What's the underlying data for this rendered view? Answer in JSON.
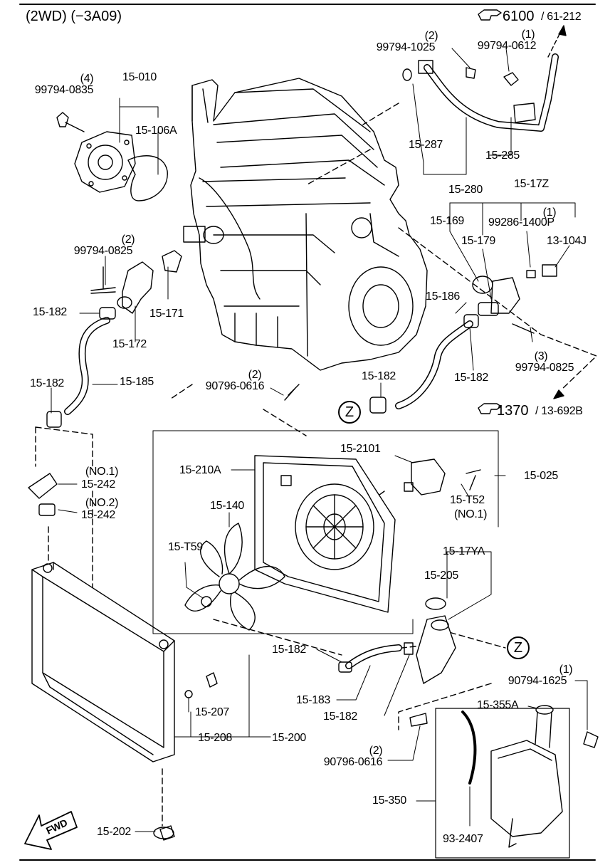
{
  "header": {
    "title": "(2WD) (−3A09)",
    "ref_top": {
      "main": "6100",
      "sub": "/ 61-212",
      "icon": "pointing-hand-icon"
    },
    "ref_mid": {
      "main": "1370",
      "sub": "/ 13-692B",
      "icon": "pointing-hand-icon"
    }
  },
  "labels": {
    "p99794_0835_qty": "(4)",
    "p99794_0835": "99794-0835",
    "p15_010": "15-010",
    "p15_106A": "15-106A",
    "p99794_1025_qty": "(2)",
    "p99794_1025": "99794-1025",
    "p99794_0612_qty": "(1)",
    "p99794_0612": "99794-0612",
    "p15_287": "15-287",
    "p15_285": "15-285",
    "p15_280": "15-280",
    "p15_17Z": "15-17Z",
    "p15_169": "15-169",
    "p99286_1400P_qty": "(1)",
    "p99286_1400P": "99286-1400P",
    "p15_179": "15-179",
    "p13_104J": "13-104J",
    "p99794_0825a_qty": "(2)",
    "p99794_0825a": "99794-0825",
    "p15_182a": "15-182",
    "p15_171": "15-171",
    "p15_172": "15-172",
    "p15_186": "15-186",
    "p15_182b": "15-182",
    "p99794_0825b_qty": "(3)",
    "p99794_0825b": "99794-0825",
    "p15_182c": "15-182",
    "p15_185": "15-185",
    "p90796_0616a_qty": "(2)",
    "p90796_0616a": "90796-0616",
    "p15_182d": "15-182",
    "z_top": "Z",
    "p15_2101": "15-2101",
    "p15_210A": "15-210A",
    "p15_025": "15-025",
    "p15_242a_qty": "(NO.1)",
    "p15_242a": "15-242",
    "p15_242b_qty": "(NO.2)",
    "p15_242b": "15-242",
    "p15_140": "15-140",
    "p15_T52": "15-T52",
    "p15_T52_qty": "(NO.1)",
    "p15_T59": "15-T59",
    "p15_17YA": "15-17YA",
    "p15_205": "15-205",
    "z_bottom": "Z",
    "p15_182e": "15-182",
    "p15_183": "15-183",
    "p15_182f": "15-182",
    "p90794_1625_qty": "(1)",
    "p90794_1625": "90794-1625",
    "p15_355A": "15-355A",
    "p15_207": "15-207",
    "p15_208": "15-208",
    "p15_200": "15-200",
    "p90796_0616b_qty": "(2)",
    "p90796_0616b": "90796-0616",
    "p15_350": "15-350",
    "p15_202": "15-202",
    "p93_2407": "93-2407",
    "fwd": "FWD"
  }
}
